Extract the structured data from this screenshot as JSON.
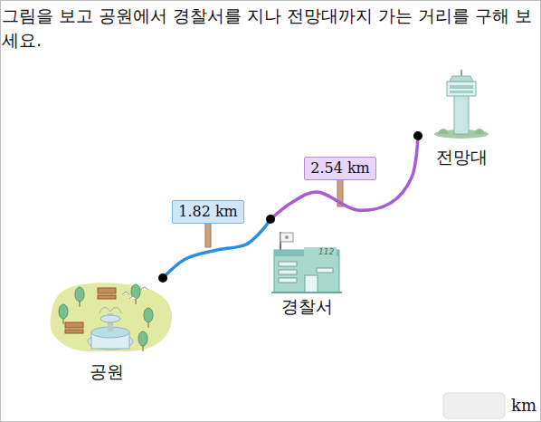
{
  "diagram": {
    "title": "그림을 보고 공원에서 경찰서를 지나 전망대까지 가는 거리를 구해 보세요.",
    "nodes": [
      {
        "text": [
          "공원"
        ]
      },
      {
        "text": [
          "경찰서"
        ]
      },
      {
        "text": [
          "전망대"
        ]
      }
    ],
    "edges": [
      {
        "from": 0,
        "to": 1,
        "arrow": "none",
        "label": "1.82 km"
      },
      {
        "from": 1,
        "to": 2,
        "arrow": "none",
        "label": "2.54 km"
      }
    ],
    "labels": [
      "km",
      "112"
    ]
  }
}
